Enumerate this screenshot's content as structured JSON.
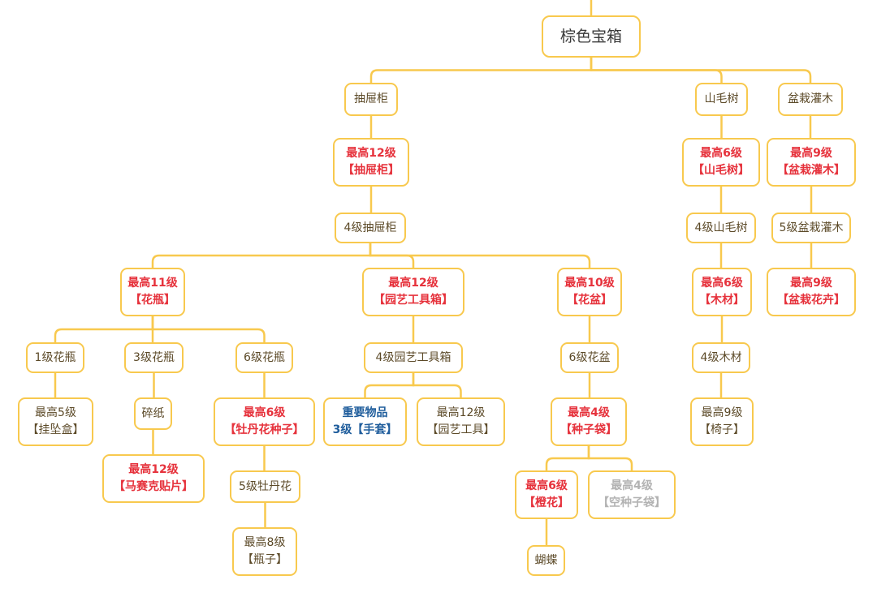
{
  "colors": {
    "line": "#f8c94e",
    "normal": "#5c4a28",
    "highlight": "#e6323c",
    "important": "#1f5d9c",
    "inactive": "#b3b3b3"
  },
  "nodes": [
    {
      "id": "root",
      "parent": null,
      "style": "root",
      "lines": [
        "棕色宝箱"
      ]
    },
    {
      "id": "drawer",
      "parent": "root",
      "style": "normal",
      "lines": [
        "抽屉柜"
      ]
    },
    {
      "id": "beech",
      "parent": "root",
      "style": "normal",
      "lines": [
        "山毛树"
      ]
    },
    {
      "id": "shrub",
      "parent": "root",
      "style": "normal",
      "lines": [
        "盆栽灌木"
      ]
    },
    {
      "id": "drawer_max",
      "parent": "drawer",
      "style": "red",
      "lines": [
        "最高12级",
        "【抽屉柜】"
      ]
    },
    {
      "id": "beech_max",
      "parent": "beech",
      "style": "red",
      "lines": [
        "最高6级",
        "【山毛树】"
      ]
    },
    {
      "id": "shrub_max",
      "parent": "shrub",
      "style": "red",
      "lines": [
        "最高9级",
        "【盆栽灌木】"
      ]
    },
    {
      "id": "drawer4",
      "parent": "drawer_max",
      "style": "normal",
      "lines": [
        "4级抽屉柜"
      ]
    },
    {
      "id": "beech4",
      "parent": "beech_max",
      "style": "normal",
      "lines": [
        "4级山毛树"
      ]
    },
    {
      "id": "shrub5",
      "parent": "shrub_max",
      "style": "normal",
      "lines": [
        "5级盆栽灌木"
      ]
    },
    {
      "id": "vase_max",
      "parent": "drawer4",
      "style": "red",
      "lines": [
        "最高11级",
        "【花瓶】"
      ]
    },
    {
      "id": "toolbox_max",
      "parent": "drawer4",
      "style": "red",
      "lines": [
        "最高12级",
        "【园艺工具箱】"
      ]
    },
    {
      "id": "pot_max",
      "parent": "drawer4",
      "style": "red",
      "lines": [
        "最高10级",
        "【花盆】"
      ]
    },
    {
      "id": "wood_max",
      "parent": "beech4",
      "style": "red",
      "lines": [
        "最高6级",
        "【木材】"
      ]
    },
    {
      "id": "flower_max",
      "parent": "shrub5",
      "style": "red",
      "lines": [
        "最高9级",
        "【盆栽花卉】"
      ]
    },
    {
      "id": "vase1",
      "parent": "vase_max",
      "style": "normal",
      "lines": [
        "1级花瓶"
      ]
    },
    {
      "id": "vase3",
      "parent": "vase_max",
      "style": "normal",
      "lines": [
        "3级花瓶"
      ]
    },
    {
      "id": "vase6",
      "parent": "vase_max",
      "style": "normal",
      "lines": [
        "6级花瓶"
      ]
    },
    {
      "id": "toolbox4",
      "parent": "toolbox_max",
      "style": "normal",
      "lines": [
        "4级园艺工具箱"
      ]
    },
    {
      "id": "pot6",
      "parent": "pot_max",
      "style": "normal",
      "lines": [
        "6级花盆"
      ]
    },
    {
      "id": "wood4",
      "parent": "wood_max",
      "style": "normal",
      "lines": [
        "4级木材"
      ]
    },
    {
      "id": "locket_max",
      "parent": "vase1",
      "style": "normal",
      "lines": [
        "最高5级",
        "【挂坠盒】"
      ]
    },
    {
      "id": "paper",
      "parent": "vase3",
      "style": "normal",
      "lines": [
        "碎纸"
      ]
    },
    {
      "id": "peony_seed_max",
      "parent": "vase6",
      "style": "red",
      "lines": [
        "最高6级",
        "【牡丹花种子】"
      ]
    },
    {
      "id": "gloves",
      "parent": "toolbox4",
      "style": "blue",
      "lines": [
        "重要物品",
        "3级【手套】"
      ]
    },
    {
      "id": "tools_max",
      "parent": "toolbox4",
      "style": "normal",
      "lines": [
        "最高12级",
        "【园艺工具】"
      ]
    },
    {
      "id": "seedbag_max",
      "parent": "pot6",
      "style": "red",
      "lines": [
        "最高4级",
        "【种子袋】"
      ]
    },
    {
      "id": "chair_max",
      "parent": "wood4",
      "style": "normal",
      "lines": [
        "最高9级",
        "【椅子】"
      ]
    },
    {
      "id": "mosaic_max",
      "parent": "paper",
      "style": "red",
      "lines": [
        "最高12级",
        "【马赛克贴片】"
      ]
    },
    {
      "id": "peony5",
      "parent": "peony_seed_max",
      "style": "normal",
      "lines": [
        "5级牡丹花"
      ]
    },
    {
      "id": "orange_max",
      "parent": "seedbag_max",
      "style": "red",
      "lines": [
        "最高6级",
        "【橙花】"
      ]
    },
    {
      "id": "emptybag_max",
      "parent": "seedbag_max",
      "style": "gray",
      "lines": [
        "最高4级",
        "【空种子袋】"
      ]
    },
    {
      "id": "bottle_max",
      "parent": "peony5",
      "style": "normal",
      "lines": [
        "最高8级",
        "【瓶子】"
      ]
    },
    {
      "id": "butterfly",
      "parent": "orange_max",
      "style": "normal",
      "lines": [
        "蝴蝶"
      ]
    }
  ]
}
